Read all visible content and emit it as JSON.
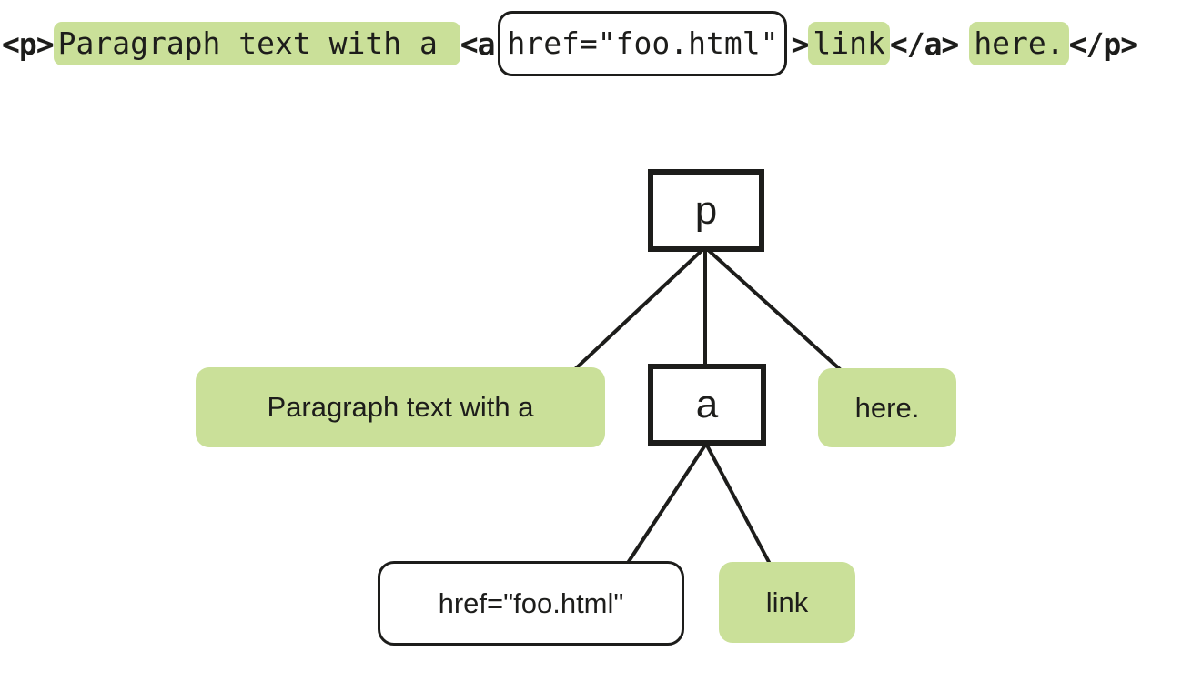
{
  "colors": {
    "highlight_green": "#cae099",
    "ink": "#1d1d1b"
  },
  "code_line": {
    "segments": [
      {
        "text": "<p>",
        "kind": "tag"
      },
      {
        "text": "Paragraph text with a ",
        "kind": "highlighted-text"
      },
      {
        "text": "<a",
        "kind": "tag"
      },
      {
        "text": "href=\"foo.html\"",
        "kind": "attribute-boxed"
      },
      {
        "text": ">",
        "kind": "tag"
      },
      {
        "text": "link",
        "kind": "highlighted-text"
      },
      {
        "text": "</a>",
        "kind": "tag"
      },
      {
        "text": "here.",
        "kind": "highlighted-text"
      },
      {
        "text": "</p>",
        "kind": "tag"
      }
    ]
  },
  "tree": {
    "root": {
      "label": "p",
      "type": "element"
    },
    "children": [
      {
        "label": "Paragraph text with a",
        "type": "text-node"
      },
      {
        "label": "a",
        "type": "element"
      },
      {
        "label": "here.",
        "type": "text-node"
      }
    ],
    "a_children": [
      {
        "label": "href=\"foo.html\"",
        "type": "attribute-node"
      },
      {
        "label": "link",
        "type": "text-node"
      }
    ]
  }
}
